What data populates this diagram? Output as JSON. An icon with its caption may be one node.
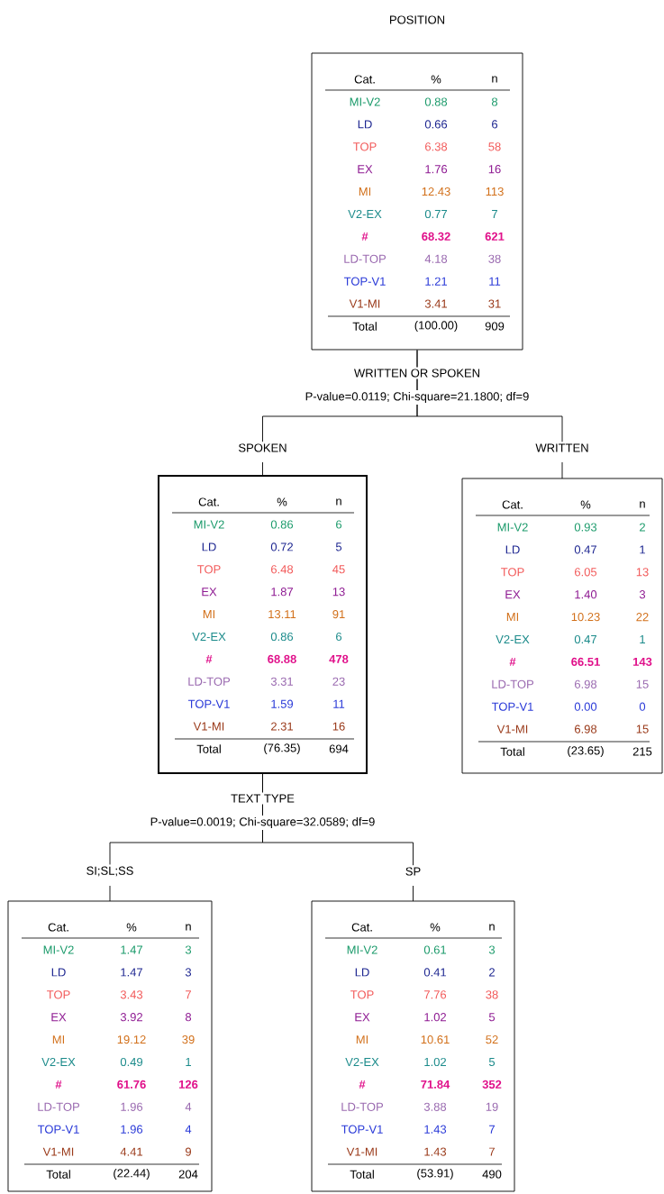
{
  "diagram": {
    "title": "POSITION",
    "nodes": [
      {
        "text": [
          "Cat.",
          "%",
          "n",
          "MI-V2",
          "0.88",
          "8",
          "LD",
          "0.66",
          "6",
          "TOP",
          "6.38",
          "58",
          "EX",
          "1.76",
          "16",
          "MI",
          "12.43",
          "113",
          "V2-EX",
          "0.77",
          "7",
          "#",
          "68.32",
          "621",
          "LD-TOP",
          "4.18",
          "38",
          "TOP-V1",
          "1.21",
          "11",
          "V1-MI",
          "3.41",
          "31",
          "Total",
          "(100.00)",
          "909"
        ]
      },
      {
        "text": [
          "SPOKEN",
          "Cat.",
          "%",
          "n",
          "MI-V2",
          "0.86",
          "6",
          "LD",
          "0.72",
          "5",
          "TOP",
          "6.48",
          "45",
          "EX",
          "1.87",
          "13",
          "MI",
          "13.11",
          "91",
          "V2-EX",
          "0.86",
          "6",
          "#",
          "68.88",
          "478",
          "LD-TOP",
          "3.31",
          "23",
          "TOP-V1",
          "1.59",
          "11",
          "V1-MI",
          "2.31",
          "16",
          "Total",
          "(76.35)",
          "694"
        ]
      },
      {
        "text": [
          "WRITTEN",
          "Cat.",
          "%",
          "n",
          "MI-V2",
          "0.93",
          "2",
          "LD",
          "0.47",
          "1",
          "TOP",
          "6.05",
          "13",
          "EX",
          "1.40",
          "3",
          "MI",
          "10.23",
          "22",
          "V2-EX",
          "0.47",
          "1",
          "#",
          "66.51",
          "143",
          "LD-TOP",
          "6.98",
          "15",
          "TOP-V1",
          "0.00",
          "0",
          "V1-MI",
          "6.98",
          "15",
          "Total",
          "(23.65)",
          "215"
        ]
      },
      {
        "text": [
          "SI;SL;SS",
          "Cat.",
          "%",
          "n",
          "MI-V2",
          "1.47",
          "3",
          "LD",
          "1.47",
          "3",
          "TOP",
          "3.43",
          "7",
          "EX",
          "3.92",
          "8",
          "MI",
          "19.12",
          "39",
          "V2-EX",
          "0.49",
          "1",
          "#",
          "61.76",
          "126",
          "LD-TOP",
          "1.96",
          "4",
          "TOP-V1",
          "1.96",
          "4",
          "V1-MI",
          "4.41",
          "9",
          "Total",
          "(22.44)",
          "204"
        ]
      },
      {
        "text": [
          "SP",
          "Cat.",
          "%",
          "n",
          "MI-V2",
          "0.61",
          "3",
          "LD",
          "0.41",
          "2",
          "TOP",
          "7.76",
          "38",
          "EX",
          "1.02",
          "5",
          "MI",
          "10.61",
          "52",
          "V2-EX",
          "1.02",
          "5",
          "#",
          "71.84",
          "352",
          "LD-TOP",
          "3.88",
          "19",
          "TOP-V1",
          "1.43",
          "7",
          "V1-MI",
          "1.43",
          "7",
          "Total",
          "(53.91)",
          "490"
        ]
      }
    ],
    "edges": [
      {
        "from": 0,
        "to": 1,
        "arrow": "none"
      },
      {
        "from": 0,
        "to": 2,
        "arrow": "none"
      },
      {
        "from": 1,
        "to": 3,
        "arrow": "none"
      },
      {
        "from": 1,
        "to": 4,
        "arrow": "none"
      }
    ],
    "labels": [
      "WRITTEN OR SPOKEN",
      "P-value=0.0119; Chi-square=21.1800; df=9",
      "TEXT TYPE",
      "P-value=0.0019; Chi-square=32.0589; df=9"
    ]
  }
}
